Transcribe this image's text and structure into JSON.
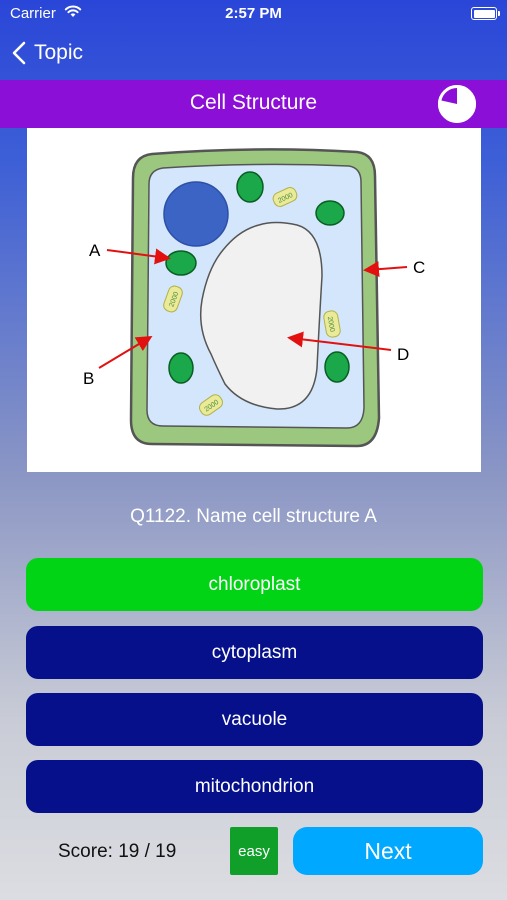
{
  "status_bar": {
    "carrier": "Carrier",
    "time": "2:57 PM"
  },
  "nav": {
    "back_label": "Topic"
  },
  "header": {
    "title": "Cell Structure"
  },
  "diagram": {
    "labels": {
      "a": "A",
      "b": "B",
      "c": "C",
      "d": "D"
    },
    "ribosome_text": "2000"
  },
  "question": {
    "text": "Q1122. Name cell structure A"
  },
  "answers": [
    {
      "label": "chloroplast",
      "state": "correct"
    },
    {
      "label": "cytoplasm",
      "state": "default"
    },
    {
      "label": "vacuole",
      "state": "default"
    },
    {
      "label": "mitochondrion",
      "state": "default"
    }
  ],
  "footer": {
    "score": "Score: 19 / 19",
    "difficulty": "easy",
    "next_label": "Next"
  },
  "colors": {
    "title_bar": "#8b0fd6",
    "correct_answer": "#00d414",
    "answer_default": "#06108a",
    "next_button": "#00a8ff",
    "difficulty_badge": "#10a02a"
  }
}
